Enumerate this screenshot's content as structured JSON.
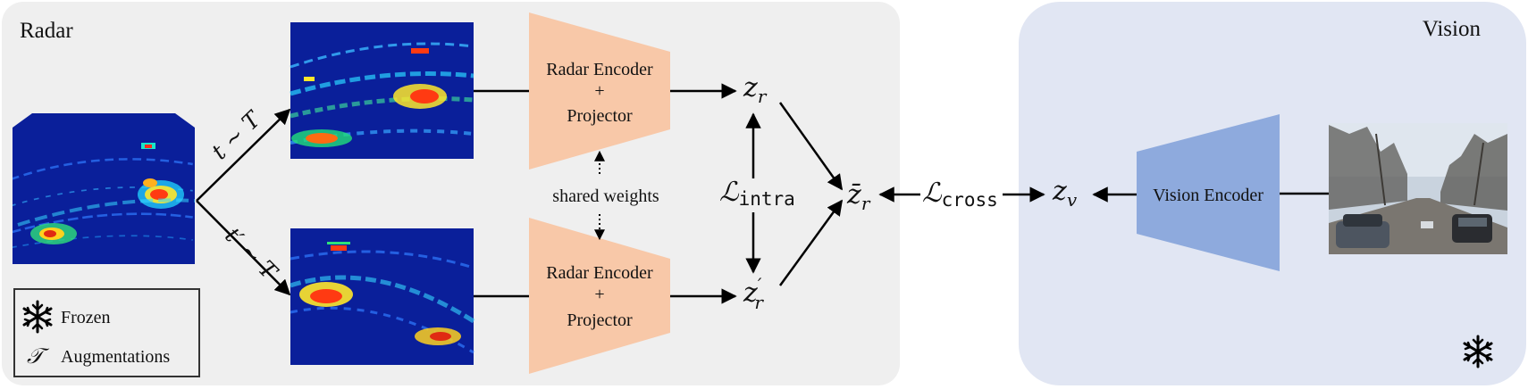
{
  "radar_panel": {
    "title": "Radar"
  },
  "vision_panel": {
    "title": "Vision"
  },
  "aug_top": {
    "t": "t",
    "sim": " ~ ",
    "T": "T"
  },
  "aug_bottom": {
    "t": "t′",
    "sim": " ~ ",
    "T": "T"
  },
  "encoder_top": {
    "line1": "Radar Encoder",
    "line2": "+",
    "line3": "Projector"
  },
  "encoder_bottom": {
    "line1": "Radar Encoder",
    "line2": "+",
    "line3": "Projector"
  },
  "shared_weights": "shared weights",
  "z_r": {
    "base": "z",
    "sub": "r"
  },
  "z_r_prime": {
    "base": "z",
    "sup": "′",
    "sub": "r"
  },
  "z_r_bar": {
    "base": "z̄",
    "sub": "r"
  },
  "z_v": {
    "base": "z",
    "sub": "v"
  },
  "loss_intra": {
    "base": "ℒ",
    "sub": "intra"
  },
  "loss_cross": {
    "base": "ℒ",
    "sub": "cross"
  },
  "vision_encoder": "Vision Encoder",
  "legend": {
    "frozen": "Frozen",
    "augmentations": "Augmentations",
    "aug_symbol": "𝒯"
  },
  "colors": {
    "radar_panel_bg": "#efefef",
    "vision_panel_bg": "#e1e6f3",
    "radar_encoder": "#f8c8a8",
    "vision_encoder": "#8eaadd",
    "heatmap_bg": "#0a1f9a"
  }
}
